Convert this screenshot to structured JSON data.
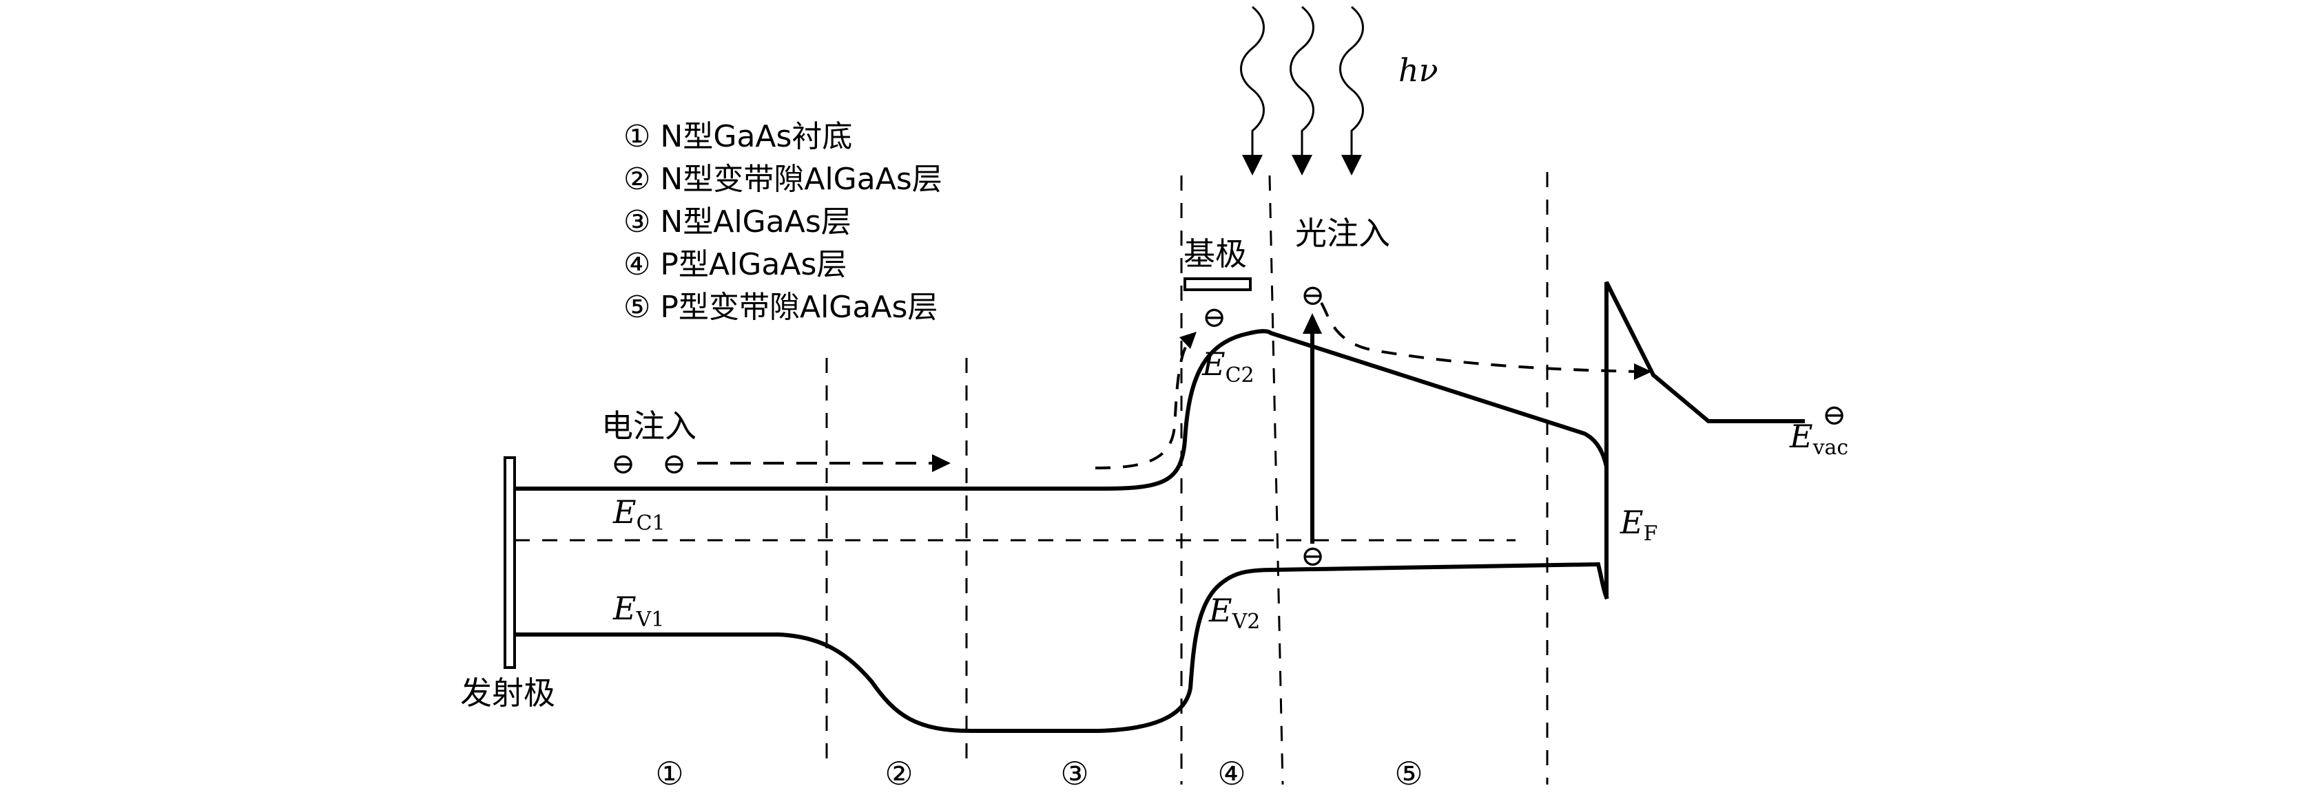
{
  "legend": {
    "items": [
      "① N型GaAs衬底",
      "② N型变带隙AlGaAs层",
      "③ N型AlGaAs层",
      "④ P型AlGaAs层",
      "⑤ P型变带隙AlGaAs层"
    ]
  },
  "labels": {
    "electric_injection": "电注入",
    "optical_injection": "光注入",
    "base": "基极",
    "emitter": "发射极",
    "photon": "hν",
    "ec1_main": "E",
    "ec1_sub": "C1",
    "ev1_main": "E",
    "ev1_sub": "V1",
    "ec2_main": "E",
    "ec2_sub": "C2",
    "ev2_main": "E",
    "ev2_sub": "V2",
    "ef_main": "E",
    "ef_sub": "F",
    "evac_main": "E",
    "evac_sub": "vac",
    "electron": "⊖"
  },
  "regions": [
    "①",
    "②",
    "③",
    "④",
    "⑤"
  ]
}
